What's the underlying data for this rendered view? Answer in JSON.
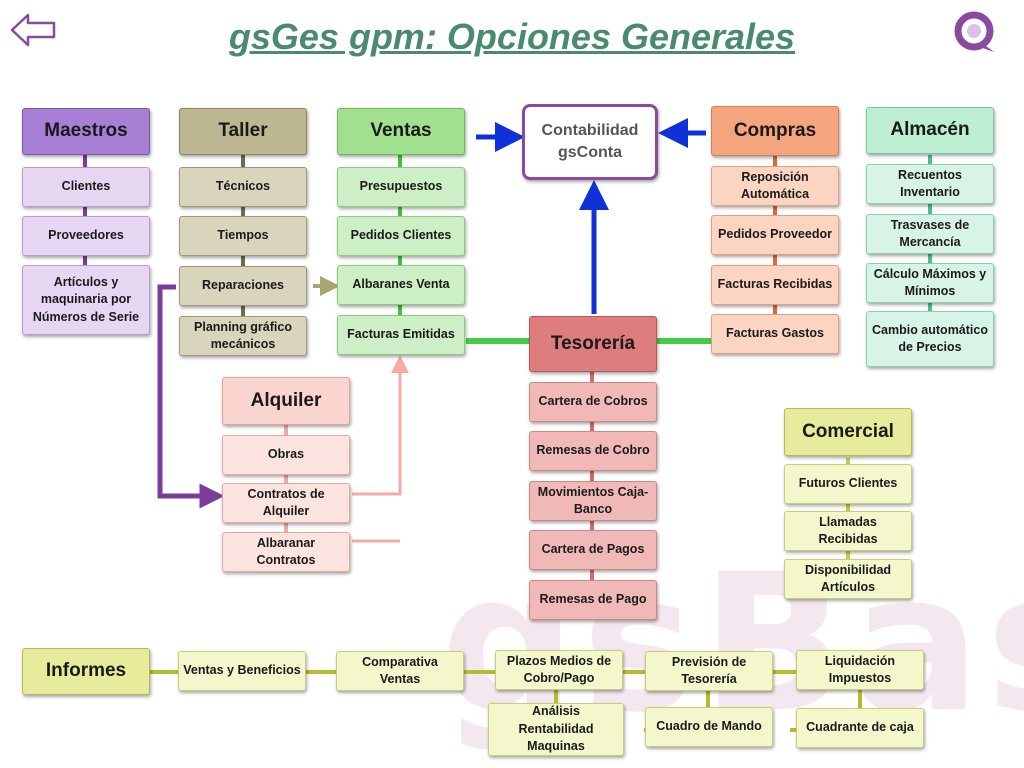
{
  "watermark": "gsBase",
  "title": "gsGes  gpm: Opciones Generales",
  "icons": {
    "back": "back-arrow-icon",
    "logo": "gsbase-logo-icon"
  },
  "colors": {
    "title": "#4a8b70",
    "purple_line": "#7a3d9a",
    "blue_arrow": "#1030d8",
    "green_line": "#44cc44",
    "olive_line": "#b8bb2c",
    "pink_line": "#f4aaaa"
  },
  "maestros": {
    "header": "Maestros",
    "items": [
      "Clientes",
      "Proveedores",
      "Artículos y maquinaria por Números de Serie"
    ]
  },
  "taller": {
    "header": "Taller",
    "items": [
      "Técnicos",
      "Tiempos",
      "Reparaciones",
      "Planning gráfico mecánicos"
    ]
  },
  "ventas": {
    "header": "Ventas",
    "items": [
      "Presupuestos",
      "Pedidos Clientes",
      "Albaranes Venta",
      "Facturas Emitidas"
    ]
  },
  "contabilidad": {
    "line1": "Contabilidad",
    "line2": "gsConta"
  },
  "compras": {
    "header": "Compras",
    "items": [
      "Reposición Automática",
      "Pedidos Proveedor",
      "Facturas Recibidas",
      "Facturas Gastos"
    ]
  },
  "almacen": {
    "header": "Almacén",
    "items": [
      "Recuentos Inventario",
      "Trasvases de Mercancía",
      "Cálculo Máximos y Mínimos",
      "Cambio automático de Precios"
    ]
  },
  "tesoreria": {
    "header": "Tesorería",
    "items": [
      "Cartera de Cobros",
      "Remesas de Cobro",
      "Movimientos Caja-Banco",
      "Cartera de Pagos",
      "Remesas de Pago"
    ]
  },
  "alquiler": {
    "header": "Alquiler",
    "items": [
      "Obras",
      "Contratos de Alquiler",
      "Albaranar Contratos"
    ]
  },
  "comercial": {
    "header": "Comercial",
    "items": [
      "Futuros Clientes",
      "Llamadas Recibidas",
      "Disponibilidad Artículos"
    ]
  },
  "informes": {
    "header": "Informes",
    "items": [
      "Ventas y Beneficios",
      "Comparativa Ventas",
      "Plazos Medios de Cobro/Pago",
      "Previsión de Tesorería",
      "Liquidación Impuestos",
      "Análisis Rentabilidad Maquinas",
      "Cuadro de Mando",
      "Cuadrante de caja"
    ]
  }
}
